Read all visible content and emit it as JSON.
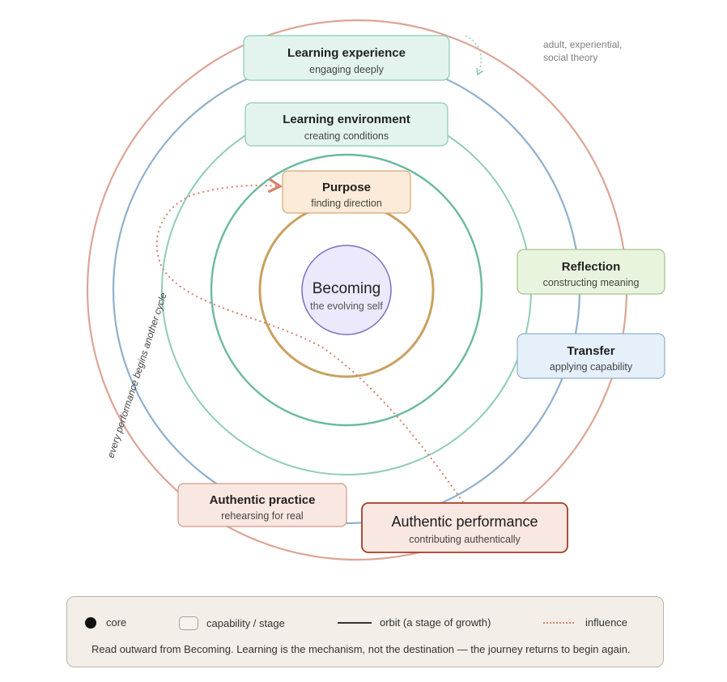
{
  "diagram": {
    "core": {
      "title": "Becoming",
      "subtitle": "the evolving self"
    },
    "nodes": {
      "learning_experience": {
        "title": "Learning experience",
        "subtitle": "engaging deeply"
      },
      "learning_environment": {
        "title": "Learning environment",
        "subtitle": "creating conditions"
      },
      "purpose": {
        "title": "Purpose",
        "subtitle": "finding direction"
      },
      "reflection": {
        "title": "Reflection",
        "subtitle": "constructing meaning"
      },
      "transfer": {
        "title": "Transfer",
        "subtitle": "applying capability"
      },
      "authentic_practice": {
        "title": "Authentic practice",
        "subtitle": "rehearsing for real"
      },
      "authentic_performance": {
        "title": "Authentic performance",
        "subtitle": "contributing authentically"
      }
    },
    "annotations": {
      "theory_line1": "adult, experiential,",
      "theory_line2": "social theory",
      "cycle_label": "every performance begins another cycle"
    },
    "colors": {
      "outer_orbit": "#dca595",
      "experience_orbit": "#8fb0cc",
      "environment_orbit": "#90cdb6",
      "purpose_orbit": "#6ab9a0",
      "core_orbit": "#c9a160",
      "core_fill": "#ebe9fb",
      "core_stroke": "#7b6fc2",
      "influence": "#d6826b"
    }
  },
  "legend": {
    "core": "core",
    "capability": "capability / stage",
    "orbit": "orbit (a stage of growth)",
    "influence": "influence",
    "note": "Read outward from Becoming. Learning is the mechanism, not the destination — the journey returns to begin again."
  }
}
